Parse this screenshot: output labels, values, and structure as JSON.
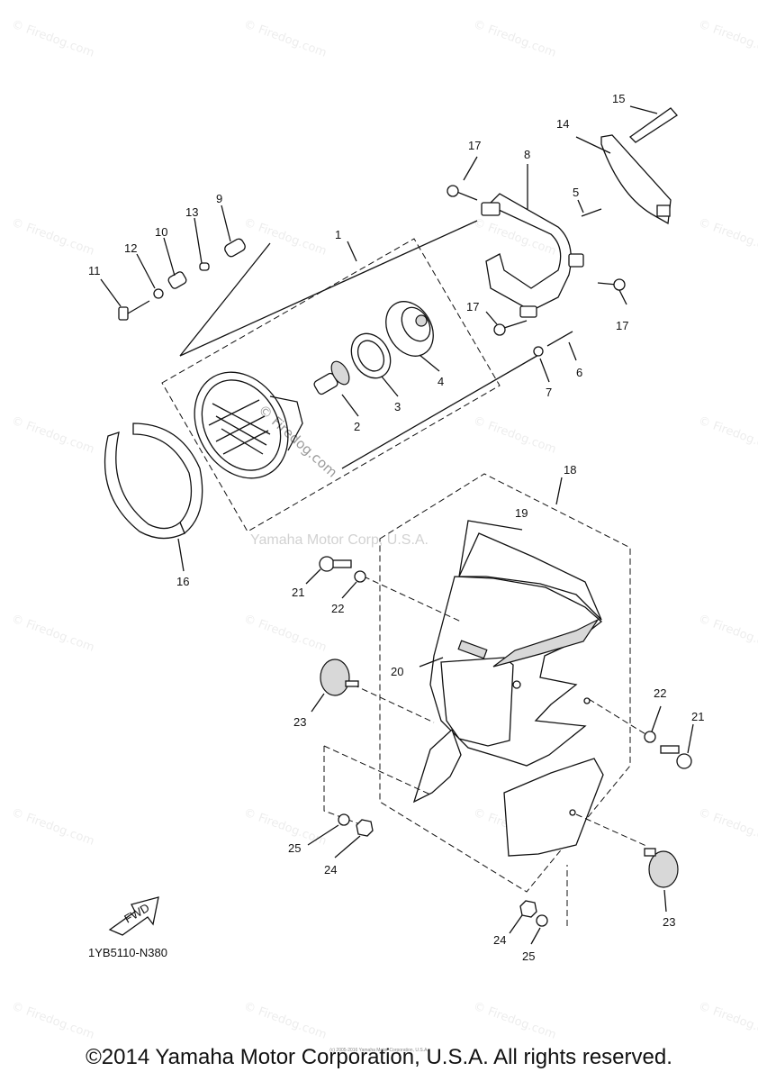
{
  "diagram": {
    "parts": [
      {
        "id": "p1",
        "label": "1"
      },
      {
        "id": "p2",
        "label": "2"
      },
      {
        "id": "p3",
        "label": "3"
      },
      {
        "id": "p4",
        "label": "4"
      },
      {
        "id": "p5",
        "label": "5"
      },
      {
        "id": "p6",
        "label": "6"
      },
      {
        "id": "p7",
        "label": "7"
      },
      {
        "id": "p8",
        "label": "8"
      },
      {
        "id": "p9",
        "label": "9"
      },
      {
        "id": "p10",
        "label": "10"
      },
      {
        "id": "p11",
        "label": "11"
      },
      {
        "id": "p12",
        "label": "12"
      },
      {
        "id": "p13",
        "label": "13"
      },
      {
        "id": "p14",
        "label": "14"
      },
      {
        "id": "p15",
        "label": "15"
      },
      {
        "id": "p16",
        "label": "16"
      },
      {
        "id": "p17a",
        "label": "17"
      },
      {
        "id": "p17b",
        "label": "17"
      },
      {
        "id": "p17c",
        "label": "17"
      },
      {
        "id": "p18",
        "label": "18"
      },
      {
        "id": "p19",
        "label": "19"
      },
      {
        "id": "p20",
        "label": "20"
      },
      {
        "id": "p21a",
        "label": "21"
      },
      {
        "id": "p21b",
        "label": "21"
      },
      {
        "id": "p22a",
        "label": "22"
      },
      {
        "id": "p22b",
        "label": "22"
      },
      {
        "id": "p23a",
        "label": "23"
      },
      {
        "id": "p23b",
        "label": "23"
      },
      {
        "id": "p24a",
        "label": "24"
      },
      {
        "id": "p24b",
        "label": "24"
      },
      {
        "id": "p25a",
        "label": "25"
      },
      {
        "id": "p25b",
        "label": "25"
      }
    ],
    "fwd_label": "FWD",
    "diagram_code": "1YB5110-N380",
    "center_watermark": "Yamaha Motor Corp, U.S.A.",
    "inline_watermark": "© Firedog.com",
    "watermark_text": "© Firedog.com",
    "bottom_note": "(c) 2005-2016 Yamaha Motor Corporation, U.S.A.",
    "copyright": "©2014 Yamaha Motor Corporation, U.S.A. All rights reserved."
  }
}
